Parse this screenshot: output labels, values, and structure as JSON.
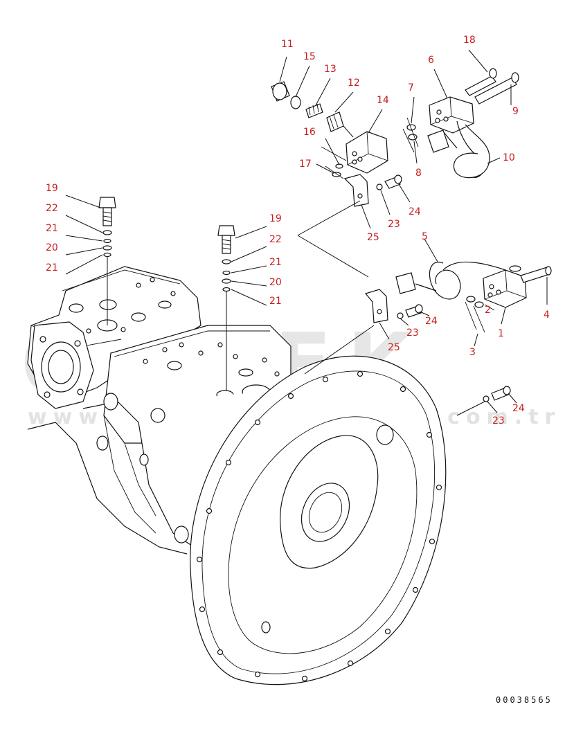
{
  "watermark": {
    "brand": "ORNEK",
    "url": "www.ornekismakinalari.com.tr"
  },
  "reference_code": "00038565",
  "callouts": [
    "1",
    "2",
    "3",
    "4",
    "5",
    "6",
    "7",
    "8",
    "9",
    "10",
    "11",
    "12",
    "13",
    "14",
    "15",
    "16",
    "17",
    "18",
    "19",
    "20",
    "21",
    "22",
    "23",
    "24",
    "25"
  ]
}
